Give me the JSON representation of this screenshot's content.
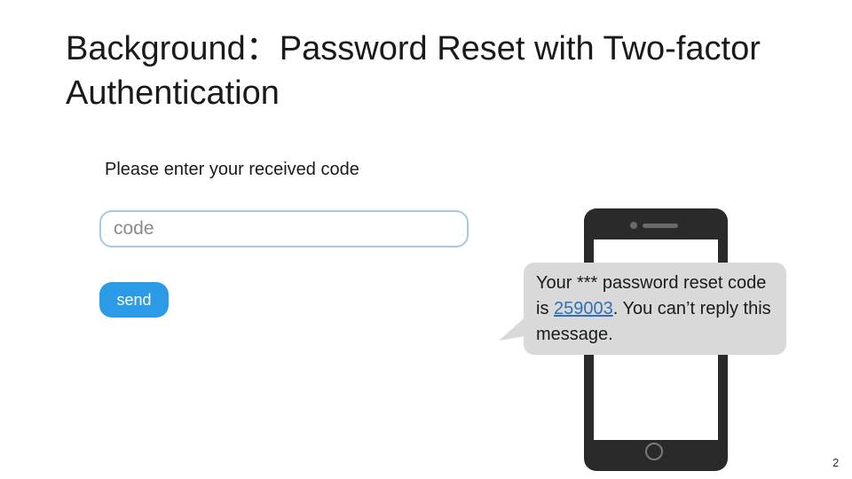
{
  "slide": {
    "title": "Background：Password Reset with Two-factor Authentication",
    "page_number": "2"
  },
  "form": {
    "prompt": "Please enter your received code",
    "code_placeholder": "code",
    "send_label": "send",
    "accent_color": "#2b9be8"
  },
  "message": {
    "text_before": "Your *** password reset code is ",
    "code": "259003",
    "text_after": ". You can’t reply this message."
  },
  "icons": {
    "phone": "smartphone-icon",
    "home_button": "home-button-icon"
  }
}
